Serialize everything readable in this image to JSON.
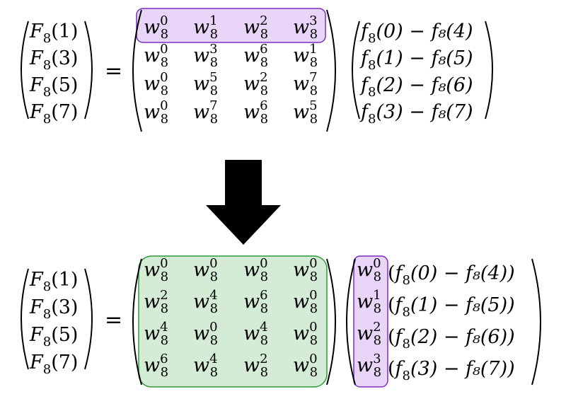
{
  "top": {
    "lhs": [
      {
        "f": "F",
        "sub": "8",
        "arg": "(1)"
      },
      {
        "f": "F",
        "sub": "8",
        "arg": "(3)"
      },
      {
        "f": "F",
        "sub": "8",
        "arg": "(5)"
      },
      {
        "f": "F",
        "sub": "8",
        "arg": "(7)"
      }
    ],
    "equals": "=",
    "matrix": [
      [
        "0",
        "1",
        "2",
        "3"
      ],
      [
        "0",
        "3",
        "6",
        "1"
      ],
      [
        "0",
        "5",
        "2",
        "7"
      ],
      [
        "0",
        "7",
        "6",
        "5"
      ]
    ],
    "vector": [
      "(0) − f₈(4)",
      "(1) − f₈(5)",
      "(2) − f₈(6)",
      "(3) − f₈(7)"
    ]
  },
  "bottom": {
    "lhs": [
      {
        "f": "F",
        "sub": "8",
        "arg": "(1)"
      },
      {
        "f": "F",
        "sub": "8",
        "arg": "(3)"
      },
      {
        "f": "F",
        "sub": "8",
        "arg": "(5)"
      },
      {
        "f": "F",
        "sub": "8",
        "arg": "(7)"
      }
    ],
    "equals": "=",
    "matrix": [
      [
        "0",
        "0",
        "0",
        "0"
      ],
      [
        "2",
        "4",
        "6",
        "0"
      ],
      [
        "4",
        "0",
        "4",
        "0"
      ],
      [
        "6",
        "4",
        "2",
        "0"
      ]
    ],
    "twiddles": [
      "0",
      "1",
      "2",
      "3"
    ],
    "vector": [
      "(0) − f₈(4))",
      "(1) − f₈(5))",
      "(2) − f₈(6))",
      "(3) − f₈(7))"
    ]
  },
  "symbols": {
    "w": "w",
    "w_sub": "8",
    "f": "f",
    "f_sub": "8"
  },
  "colors": {
    "purple_fill": "#e8d5f7",
    "purple_stroke": "#7b2fbe",
    "green_fill": "#d4ecd6",
    "green_stroke": "#2e9a3a",
    "arrow": "#000000"
  }
}
